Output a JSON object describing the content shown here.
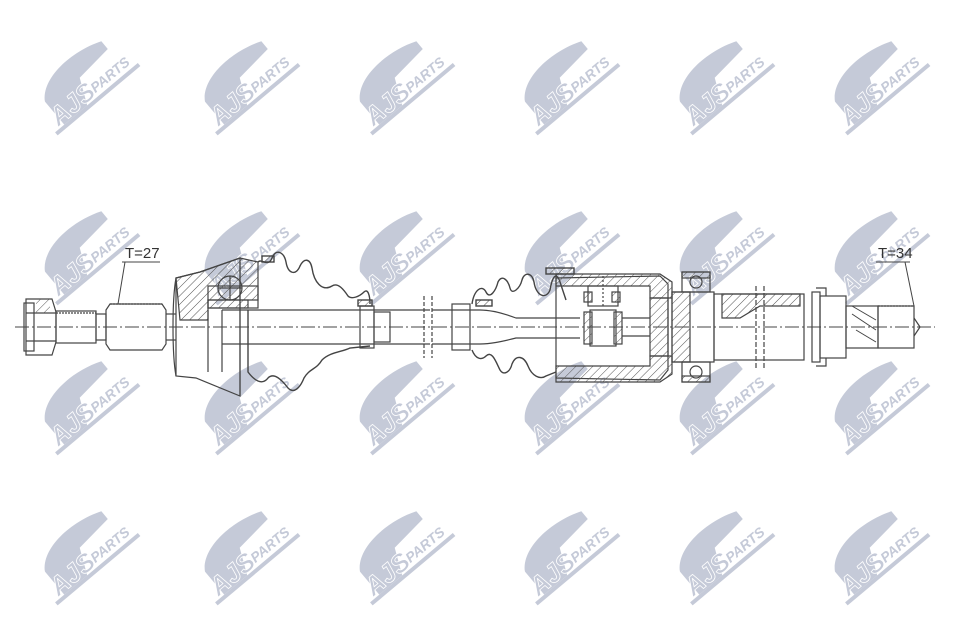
{
  "diagram": {
    "type": "technical-drawing",
    "subject": "drive-shaft-cv-axle",
    "colors": {
      "background": "#ffffff",
      "line": "#444444",
      "watermark": "#c5cad8"
    },
    "labels": {
      "left_spline": "T=27",
      "right_spline": "T=34"
    },
    "watermark": {
      "brand_main": "AJS",
      "brand_sub": "PARTS",
      "rows": [
        75,
        245,
        395,
        545
      ],
      "cols": [
        80,
        240,
        395,
        560,
        715,
        870
      ]
    }
  }
}
